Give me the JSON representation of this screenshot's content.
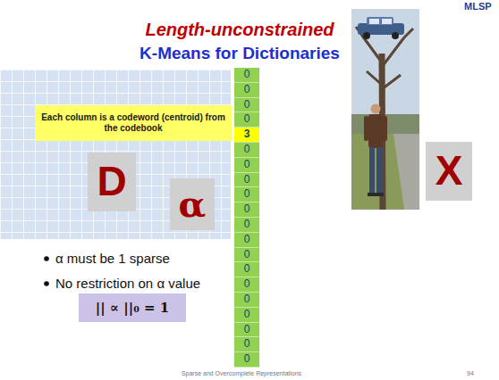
{
  "diagram": {
    "title": "Length-unconstrained",
    "nodes": [
      {
        "text": [
          "Each column is a codeword (centroid) from the codebook"
        ]
      },
      {
        "text": [
          "D"
        ]
      },
      {
        "text": [
          "α"
        ]
      },
      {
        "text": [
          "X"
        ]
      },
      {
        "text": [
          "|| ∝ ||₀ = 1"
        ]
      }
    ],
    "labels": [
      "MLSP",
      "K-Means for Dictionaries",
      "0",
      "0",
      "0",
      "0",
      "3",
      "0",
      "0",
      "0",
      "0",
      "0",
      "0",
      "0",
      "0",
      "0",
      "0",
      "0",
      "0",
      "0",
      "0",
      "0",
      "α must be 1 sparse",
      "No restriction on α value",
      "Sparse and Overcomplete Representations",
      "94"
    ]
  }
}
